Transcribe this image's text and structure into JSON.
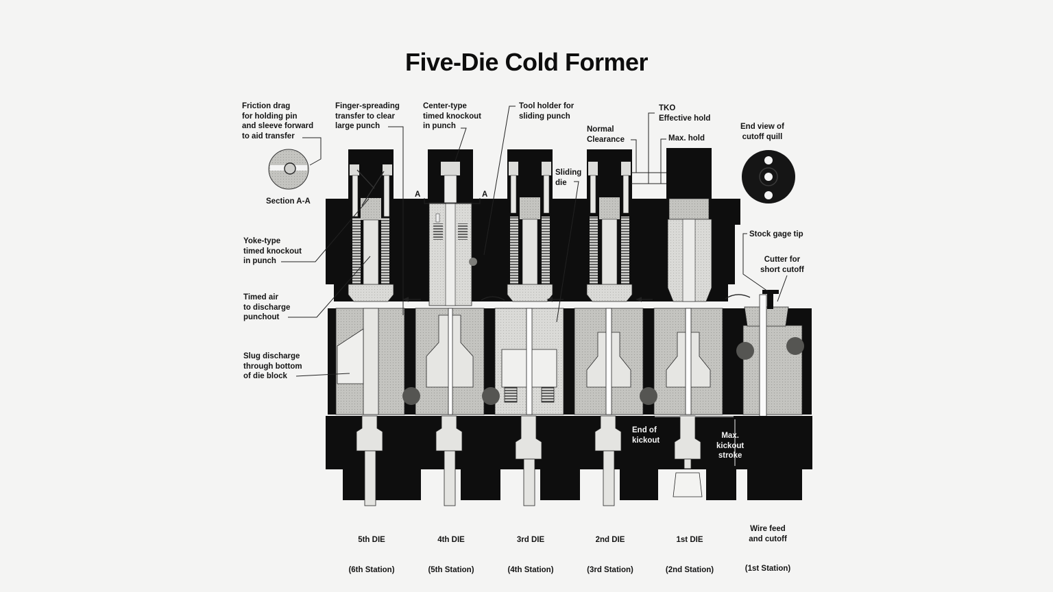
{
  "title": "Five-Die Cold Former",
  "callouts": {
    "friction_drag": "Friction drag\nfor holding pin\nand sleeve forward\nto aid transfer",
    "section_aa": "Section A-A",
    "finger_spreading": "Finger-spreading\ntransfer to clear\nlarge punch",
    "center_type_ko": "Center-type\ntimed knockout\nin punch",
    "tool_holder": "Tool holder for\nsliding punch",
    "sliding_die": "Sliding\ndie",
    "normal_clearance": "Normal\nClearance",
    "tko_effective_hold": "TKO\nEffective hold",
    "max_hold": "Max. hold",
    "end_view_quill": "End view of\ncutoff quill",
    "yoke_type_ko": "Yoke-type\ntimed knockout\nin punch",
    "timed_air": "Timed air\nto discharge\npunchout",
    "slug_discharge": "Slug discharge\nthrough bottom\nof die block",
    "stock_gage_tip": "Stock gage tip",
    "cutter_short_cutoff": "Cutter for\nshort cutoff",
    "end_of_kickout": "End of\nkickout",
    "max_kickout_stroke": "Max.\nkickout\nstroke",
    "section_marker_left": "A",
    "section_marker_right": "A"
  },
  "stations": [
    {
      "die": "5th DIE",
      "station": "(6th Station)"
    },
    {
      "die": "4th DIE",
      "station": "(5th Station)"
    },
    {
      "die": "3rd DIE",
      "station": "(4th Station)"
    },
    {
      "die": "2nd DIE",
      "station": "(3rd Station)"
    },
    {
      "die": "1st DIE",
      "station": "(2nd Station)"
    },
    {
      "die": "Wire feed\nand cutoff",
      "station": "(1st Station)"
    }
  ],
  "colors": {
    "background": "#f4f4f3",
    "ink": "#111111",
    "steel_gray": "#b9b9b6",
    "light_gray": "#dcdcda"
  }
}
